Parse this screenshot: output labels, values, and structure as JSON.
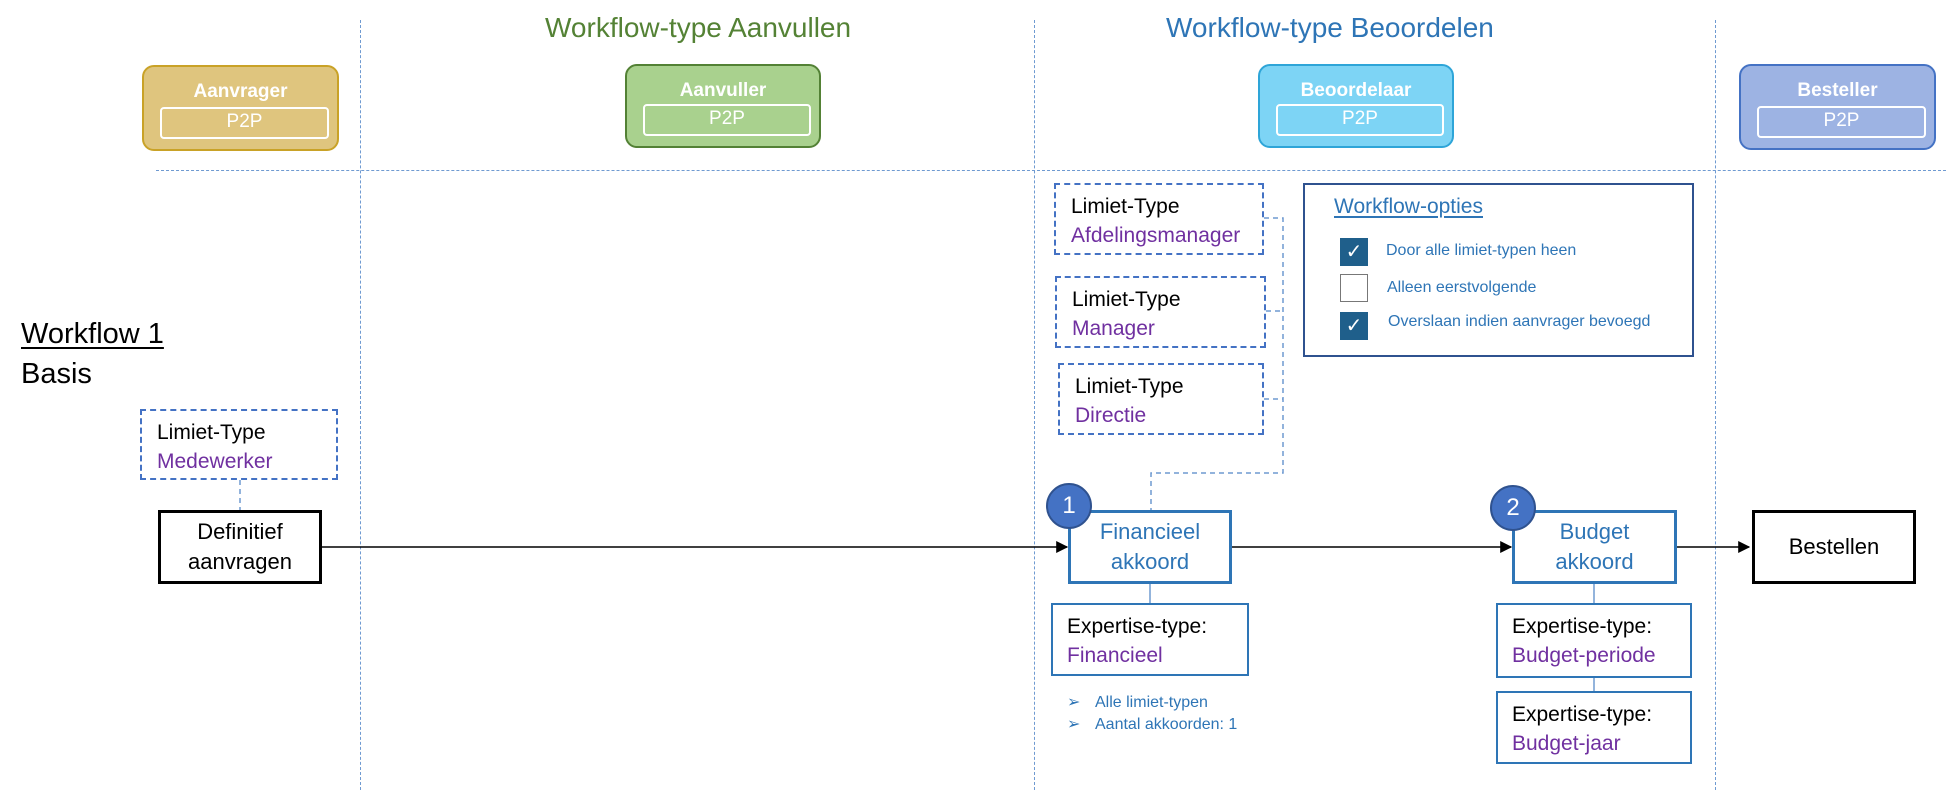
{
  "sections": {
    "aanvullen_title": "Workflow-type Aanvullen",
    "beoordelen_title": "Workflow-type Beoordelen"
  },
  "colors": {
    "aanvullen": "#548235",
    "beoordelen": "#2e75b6",
    "purple_value": "#7030a0",
    "dashed_lines": "#6f9ad1"
  },
  "roles": [
    {
      "name": "Aanvrager",
      "system": "P2P",
      "color": "#dfc57e",
      "border": "#c9a227"
    },
    {
      "name": "Aanvuller",
      "system": "P2P",
      "color": "#a9d18e",
      "border": "#538135"
    },
    {
      "name": "Beoordelaar",
      "system": "P2P",
      "color": "#7dd4f5",
      "border": "#2ea5d8"
    },
    {
      "name": "Besteller",
      "system": "P2P",
      "color": "#9db3e3",
      "border": "#4472c4"
    }
  ],
  "workflow": {
    "title": "Workflow 1",
    "subtitle": "Basis"
  },
  "limits": [
    {
      "type_label": "Limiet-Type",
      "value": "Medewerker"
    },
    {
      "type_label": "Limiet-Type",
      "value": "Afdelingsmanager"
    },
    {
      "type_label": "Limiet-Type",
      "value": "Manager"
    },
    {
      "type_label": "Limiet-Type",
      "value": "Directie"
    }
  ],
  "options": {
    "title": "Workflow-opties",
    "items": [
      {
        "label": "Door alle limiet-typen heen",
        "checked": true
      },
      {
        "label": "Alleen eerstvolgende",
        "checked": false
      },
      {
        "label": "Overslaan indien aanvrager bevoegd",
        "checked": true
      }
    ]
  },
  "nodes": {
    "request_line1": "Definitief",
    "request_line2": "aanvragen",
    "step1_number": "1",
    "step1_line1": "Financieel",
    "step1_line2": "akkoord",
    "step2_number": "2",
    "step2_line1": "Budget",
    "step2_line2": "akkoord",
    "order": "Bestellen"
  },
  "expertises": [
    {
      "type_label": "Expertise-type:",
      "value": "Financieel"
    },
    {
      "type_label": "Expertise-type:",
      "value": "Budget-periode"
    },
    {
      "type_label": "Expertise-type:",
      "value": "Budget-jaar"
    }
  ],
  "step1_notes": [
    "Alle limiet-typen",
    "Aantal akkoorden: 1"
  ]
}
